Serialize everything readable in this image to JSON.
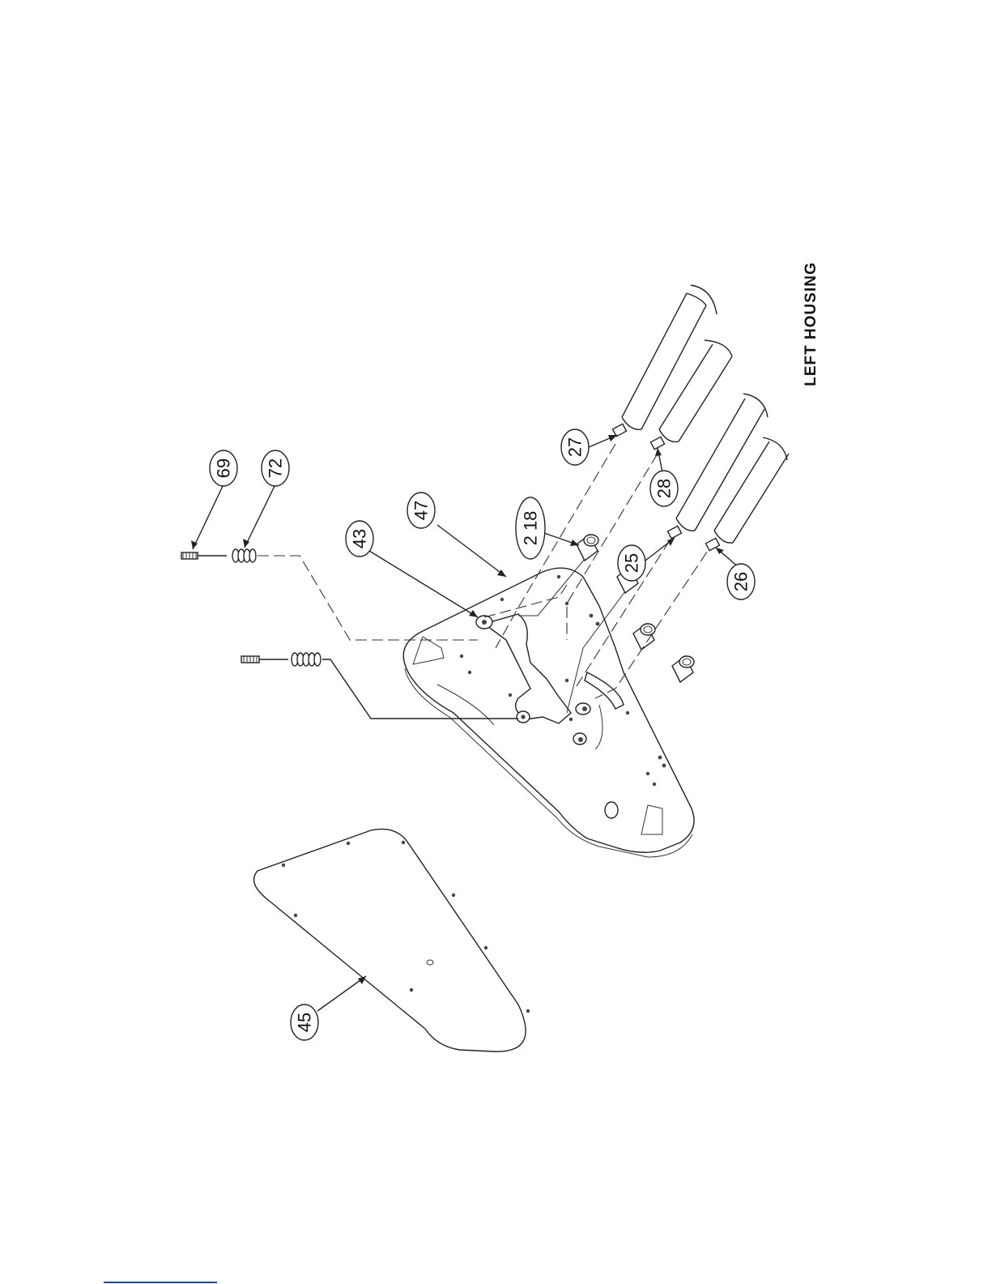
{
  "title": "LEFT HOUSING",
  "callouts": {
    "c69": "69",
    "c72": "72",
    "c43": "43",
    "c47": "47",
    "c2_18": "2 18",
    "c27": "27",
    "c28": "28",
    "c25": "25",
    "c26": "26",
    "c45": "45"
  },
  "colors": {
    "line": "#222222",
    "background": "#ffffff",
    "footer_link": "#2244cc"
  }
}
